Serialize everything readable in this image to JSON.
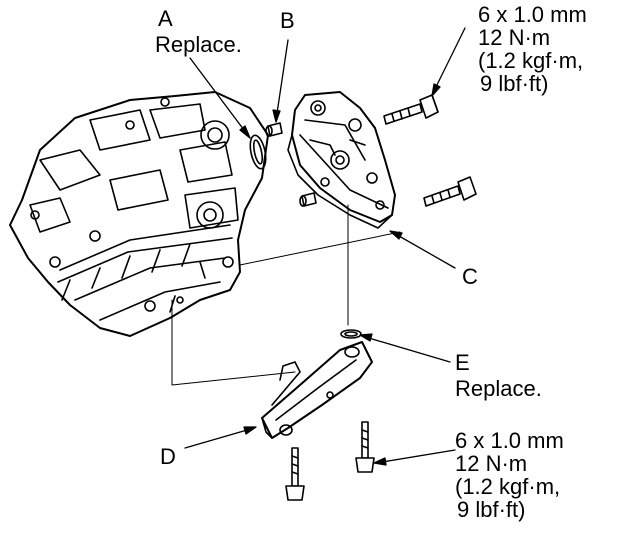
{
  "callouts": {
    "a": {
      "letter": "A",
      "note": "Replace."
    },
    "b": {
      "letter": "B"
    },
    "c": {
      "letter": "C"
    },
    "d": {
      "letter": "D"
    },
    "e": {
      "letter": "E",
      "note": "Replace."
    }
  },
  "spec_upper": {
    "size": "6 x 1.0 mm",
    "torque": "12 N·m",
    "kgf": "(1.2 kgf·m,",
    "lbf": "9 lbf·ft)"
  },
  "spec_lower": {
    "size": "6 x 1.0 mm",
    "torque": "12 N·m",
    "kgf": "(1.2 kgf·m,",
    "lbf": "9 lbf·ft)"
  }
}
